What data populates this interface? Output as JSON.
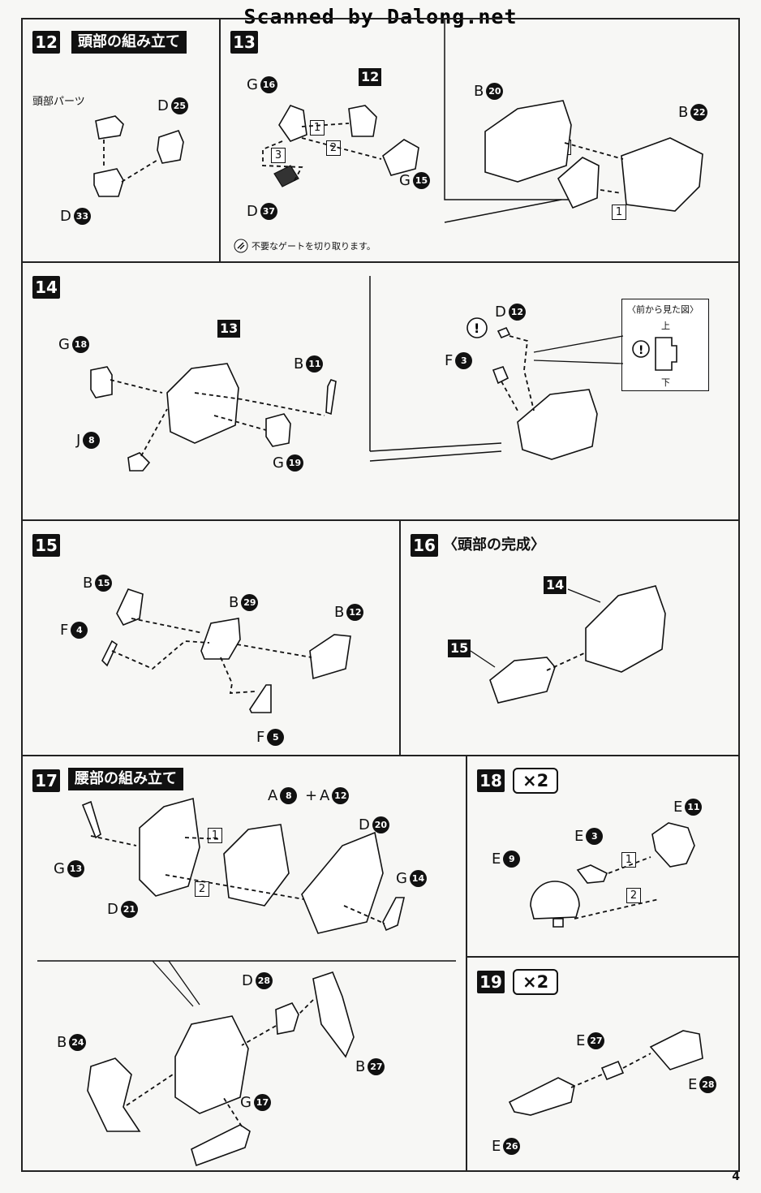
{
  "watermark": "Scanned by Dalong.net",
  "page_number": "4",
  "gate_note": "不要なゲートを切り取ります。",
  "steps": {
    "s12": {
      "num": "12",
      "title": "頭部の組み立て",
      "head_parts": "頭部パーツ"
    },
    "s13": {
      "num": "13",
      "ref": "12"
    },
    "s14": {
      "num": "14",
      "ref": "13",
      "view_title": "〈前から見た図〉",
      "up": "上",
      "down": "下"
    },
    "s15": {
      "num": "15"
    },
    "s16": {
      "num": "16",
      "title": "〈頭部の完成〉",
      "ref_a": "14",
      "ref_b": "15"
    },
    "s17": {
      "num": "17",
      "title": "腰部の組み立て",
      "plus": "+"
    },
    "s18": {
      "num": "18",
      "mult": "×2"
    },
    "s19": {
      "num": "19",
      "mult": "×2"
    }
  },
  "seq": {
    "one": "1",
    "two": "2",
    "three": "3"
  },
  "parts": {
    "p12_D25": {
      "l": "D",
      "n": "25"
    },
    "p12_D33": {
      "l": "D",
      "n": "33"
    },
    "p13_G16": {
      "l": "G",
      "n": "16"
    },
    "p13_G15": {
      "l": "G",
      "n": "15"
    },
    "p13_D37": {
      "l": "D",
      "n": "37"
    },
    "p13_B20": {
      "l": "B",
      "n": "20"
    },
    "p13_B22": {
      "l": "B",
      "n": "22"
    },
    "p14_G18": {
      "l": "G",
      "n": "18"
    },
    "p14_J8": {
      "l": "J",
      "n": "8"
    },
    "p14_B11": {
      "l": "B",
      "n": "11"
    },
    "p14_G19": {
      "l": "G",
      "n": "19"
    },
    "p14_D12": {
      "l": "D",
      "n": "12"
    },
    "p14_F3": {
      "l": "F",
      "n": "3"
    },
    "p15_B15": {
      "l": "B",
      "n": "15"
    },
    "p15_F4": {
      "l": "F",
      "n": "4"
    },
    "p15_B29": {
      "l": "B",
      "n": "29"
    },
    "p15_B12": {
      "l": "B",
      "n": "12"
    },
    "p15_F5": {
      "l": "F",
      "n": "5"
    },
    "p17_A8": {
      "l": "A",
      "n": "8"
    },
    "p17_A12": {
      "l": "A",
      "n": "12"
    },
    "p17_D20": {
      "l": "D",
      "n": "20"
    },
    "p17_G13": {
      "l": "G",
      "n": "13"
    },
    "p17_D21": {
      "l": "D",
      "n": "21"
    },
    "p17_G14": {
      "l": "G",
      "n": "14"
    },
    "p17_D28": {
      "l": "D",
      "n": "28"
    },
    "p17_B24": {
      "l": "B",
      "n": "24"
    },
    "p17_B27": {
      "l": "B",
      "n": "27"
    },
    "p17_G17": {
      "l": "G",
      "n": "17"
    },
    "p18_E11": {
      "l": "E",
      "n": "11"
    },
    "p18_E3": {
      "l": "E",
      "n": "3"
    },
    "p18_E9": {
      "l": "E",
      "n": "9"
    },
    "p19_E27": {
      "l": "E",
      "n": "27"
    },
    "p19_E28": {
      "l": "E",
      "n": "28"
    },
    "p19_E26": {
      "l": "E",
      "n": "26"
    }
  }
}
